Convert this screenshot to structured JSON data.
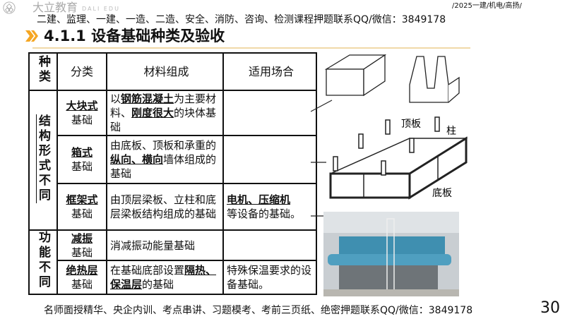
{
  "logo": {
    "name": "大立教育",
    "subtitle": "DALI EDU"
  },
  "banner": {
    "text": "二建、监理、一建、一造、二造、安全、消防、咨询、检测课程押题联系QQ/微信：3849178",
    "tag": "/2025一建/机电/高扬/"
  },
  "title": "4.1.1 设备基础种类及验收",
  "colors": {
    "accent": "#f5a623",
    "rule": "#f0d9a8",
    "pipe": "#3f8fb0"
  },
  "table": {
    "headers": [
      "种类",
      "分类",
      "材料组成",
      "适用场合"
    ],
    "groups": [
      {
        "label": "结构形式不同"
      },
      {
        "label": "功能不同"
      }
    ],
    "rows": [
      {
        "type_a": "大块式",
        "type_b": "基础",
        "mat": [
          "以",
          "钢筋混凝土",
          "为主要材料、",
          "刚度很大",
          "的块体基础"
        ],
        "use": [
          "",
          ""
        ]
      },
      {
        "type_a": "箱式",
        "type_b": "基础",
        "mat": [
          "由底板、顶板和承重的",
          "纵向、横向",
          "墙体组成的基础",
          "",
          ""
        ],
        "use": [
          "",
          ""
        ]
      },
      {
        "type_a": "框架式",
        "type_b": "基础",
        "mat": [
          "由顶层梁板、立柱和底层梁板结构组成的基础",
          "",
          "",
          "",
          ""
        ],
        "use": [
          "电机、压缩机",
          "等设备的基础。"
        ]
      },
      {
        "type_a": "减振",
        "type_b": "基础",
        "mat": [
          "消减振动能量基础",
          "",
          "",
          "",
          ""
        ],
        "use": [
          "",
          ""
        ]
      },
      {
        "type_a": "绝热层",
        "type_b": "基础",
        "mat": [
          "在基础底部设置",
          "隔热、保温层",
          "的基础",
          "",
          ""
        ],
        "use": [
          "特殊保温要求的设备基础。",
          ""
        ]
      }
    ]
  },
  "figure_labels": {
    "top": "顶板",
    "column": "柱",
    "bottom": "底板"
  },
  "footer": "名师面授精华、央企内训、考点串讲、习题模考、考前三页纸、绝密押题联系QQ/微信：3849178",
  "page_number": "30"
}
